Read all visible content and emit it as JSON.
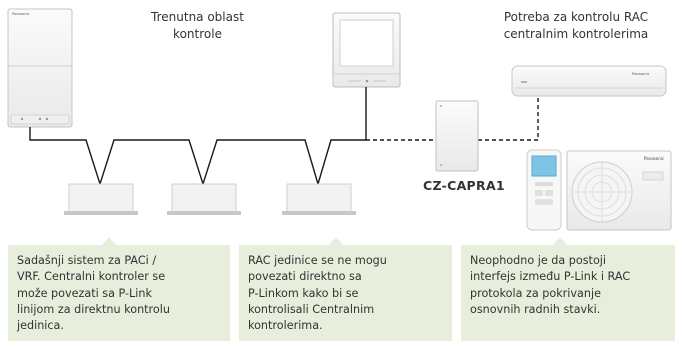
{
  "labels": {
    "current_area": "Trenutna oblast\nkontrole",
    "rac_need": "Potreba za kontrolu RAC\ncentralnim kontrolerima",
    "adapter_model": "CZ-CAPRA1"
  },
  "units": {
    "tower_brand": "Panasonic",
    "wall_brand": "Panasonic",
    "outdoor_brand": "Panasonic"
  },
  "captions": [
    {
      "text": "Sadašnji sistem za PACi /\nVRF. Centralni kontroler se\nmože povezati sa P-Link\nlinijom za direktnu kontrolu\njedinica."
    },
    {
      "text": "RAC jedinice se ne mogu\npovezati direktno sa\nP-Linkom kako bi se\nkontrolisali Centralnim\nkontrolerima."
    },
    {
      "text": "Neophodno je da postoji\ninterfejs između P-Link i RAC\nprotokola za pokrivanje\nosnovnih radnih stavki."
    }
  ],
  "colors": {
    "caption_bg": "#e7efdc",
    "line": "#1a1a1a",
    "device_stroke": "#b8b8b8",
    "device_fill": "#f4f4f4"
  }
}
